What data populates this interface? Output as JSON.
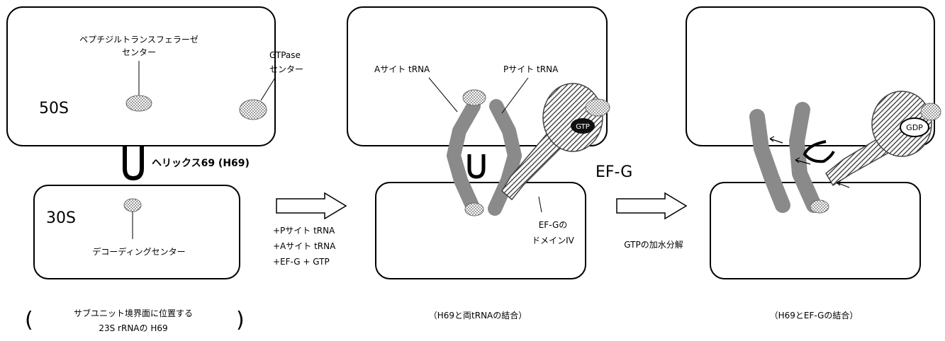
{
  "panel1": {
    "label_50s": "50S",
    "label_30s": "30S",
    "ptc_line1": "ペプチジルトランスフェラーゼ",
    "ptc_line2": "センター",
    "gtpase_line1": "GTPase",
    "gtpase_line2": "センター",
    "helix_label": "ヘリックス69 (H69)",
    "decoding": "デコーディングセンター",
    "caption_line1": "サブユニット境界面に位置する",
    "caption_line2": "23S rRNAの H69",
    "paren_open": "(",
    "paren_close": ")"
  },
  "arrow1": {
    "lines": [
      "+Pサイト tRNA",
      "+Aサイト tRNA",
      "+EF-G + GTP"
    ]
  },
  "panel2": {
    "a_site": "Aサイト tRNA",
    "p_site": "Pサイト tRNA",
    "gtp": "GTP",
    "efg": "EF-G",
    "domain_line1": "EF-Gの",
    "domain_line2": "ドメインIV",
    "caption": "（H69と両tRNAの結合）"
  },
  "arrow2": {
    "label": "GTPの加水分解"
  },
  "panel3": {
    "gdp": "GDP",
    "caption": "（H69とEF-Gの結合）"
  }
}
